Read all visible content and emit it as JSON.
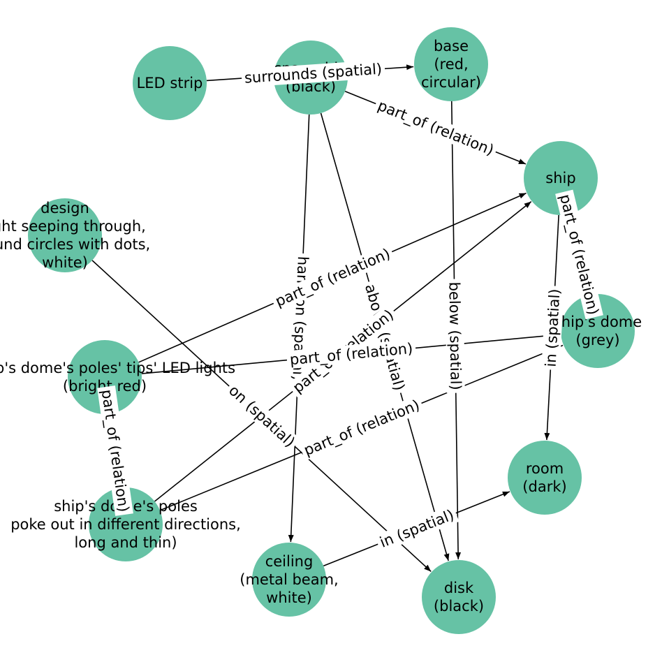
{
  "diagram": {
    "nodes": [
      {
        "id": "led",
        "label": [
          "LED strip"
        ]
      },
      {
        "id": "spaceship",
        "label": [
          "spaceship",
          "(black)"
        ]
      },
      {
        "id": "base",
        "label": [
          "base",
          "(red,",
          "circular)"
        ]
      },
      {
        "id": "ship",
        "label": [
          "ship"
        ]
      },
      {
        "id": "design",
        "label": [
          "design",
          "light seeping through,",
          "round circles with dots,",
          "white)"
        ]
      },
      {
        "id": "dome",
        "label": [
          "ship's dome",
          "(grey)"
        ]
      },
      {
        "id": "tips",
        "label": [
          "ship's dome's poles' tips' LED lights",
          "(bright red)"
        ]
      },
      {
        "id": "poles",
        "label": [
          "ship's dome's poles",
          "poke out in different directions,",
          "long and thin)"
        ]
      },
      {
        "id": "room",
        "label": [
          "room",
          "(dark)"
        ]
      },
      {
        "id": "ceiling",
        "label": [
          "ceiling",
          "(metal beam,",
          "white)"
        ]
      },
      {
        "id": "disk",
        "label": [
          "disk",
          "(black)"
        ]
      }
    ],
    "edges": [
      {
        "from": "led",
        "to": "base",
        "label": "surrounds (spatial)"
      },
      {
        "from": "spaceship",
        "to": "ship",
        "label": "part_of (relation)"
      },
      {
        "from": "spaceship",
        "to": "ceiling",
        "label": "hang on (spatial)"
      },
      {
        "from": "spaceship",
        "to": "disk",
        "label": "above (spatial)"
      },
      {
        "from": "base",
        "to": "disk",
        "label": "below (spatial)"
      },
      {
        "from": "tips",
        "to": "ship",
        "label": "part_of (relation)"
      },
      {
        "from": "poles",
        "to": "ship",
        "label": "part_of (relation)"
      },
      {
        "from": "tips",
        "to": "dome",
        "label": "part_of (relation)"
      },
      {
        "from": "poles",
        "to": "dome",
        "label": "part_of (relation)"
      },
      {
        "from": "dome",
        "to": "ship",
        "label": "part_of (relation)"
      },
      {
        "from": "tips",
        "to": "poles",
        "label": "part_of (relation)"
      },
      {
        "from": "ship",
        "to": "room",
        "label": "in (spatial)"
      },
      {
        "from": "design",
        "to": "disk",
        "label": "on (spatial)"
      },
      {
        "from": "ceiling",
        "to": "room",
        "label": "in (spatial)"
      }
    ]
  }
}
